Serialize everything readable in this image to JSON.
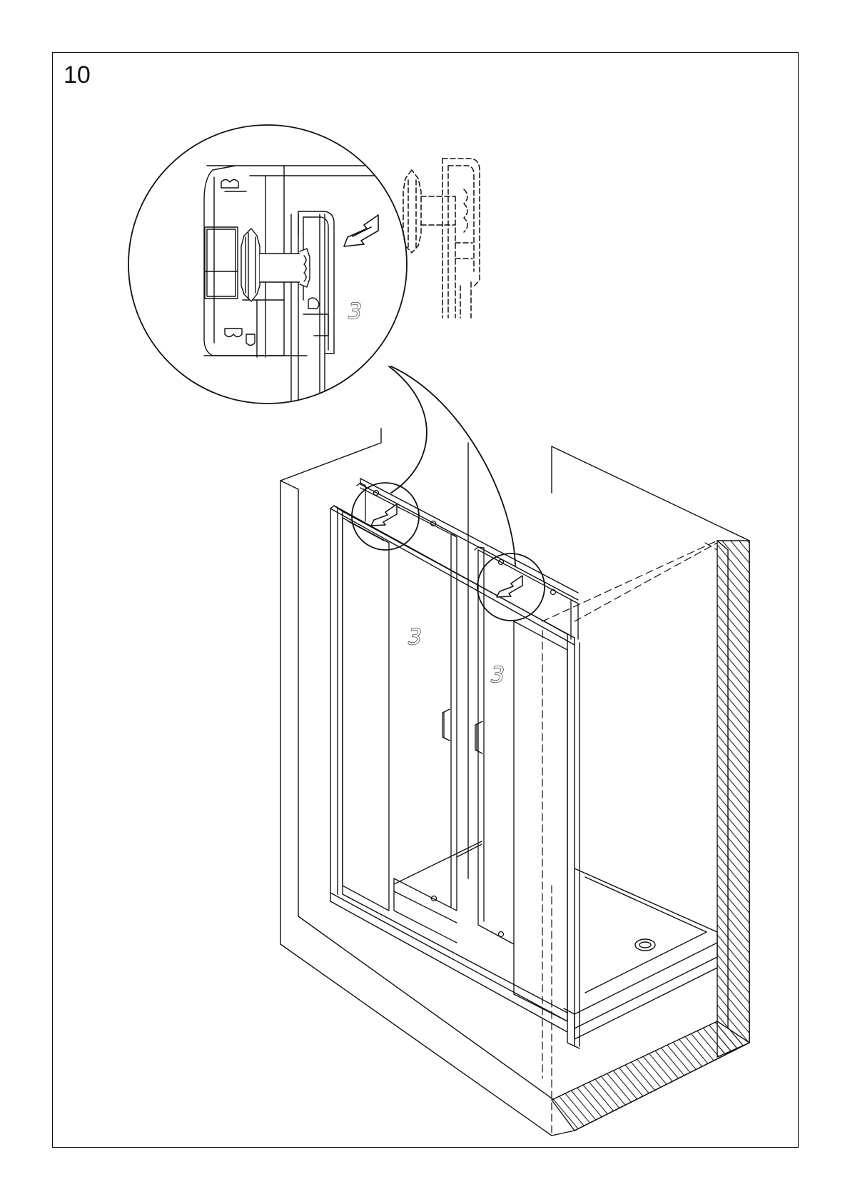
{
  "step_number": "10",
  "part_label": "3",
  "colors": {
    "ink": "#111111",
    "paper": "#ffffff",
    "hatch": "#222222"
  },
  "icons": [
    "arrow-icon",
    "magnifier-circle",
    "roller-icon"
  ]
}
